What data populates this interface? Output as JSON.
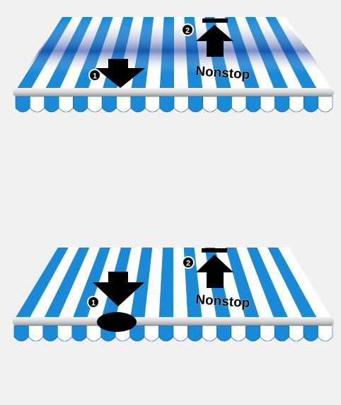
{
  "colors": {
    "background": "#f1f1f1",
    "stripe_blue": "#1a8ad6",
    "stripe_dark": "#0b3ea8",
    "stripe_white": "#ffffff",
    "rail": "#d9d9d9",
    "arrow": "#000000"
  },
  "awnings": [
    {
      "id": "awning-top",
      "label": "Nonstop",
      "markers": [
        {
          "number": "1",
          "icon": "down-arrow-icon"
        },
        {
          "number": "2",
          "icon": "up-arrow-icon"
        }
      ],
      "has_obstacle": false
    },
    {
      "id": "awning-bottom",
      "label": "Nonstop",
      "markers": [
        {
          "number": "1",
          "icon": "down-arrow-icon"
        },
        {
          "number": "2",
          "icon": "up-arrow-icon"
        }
      ],
      "has_obstacle": true
    }
  ]
}
